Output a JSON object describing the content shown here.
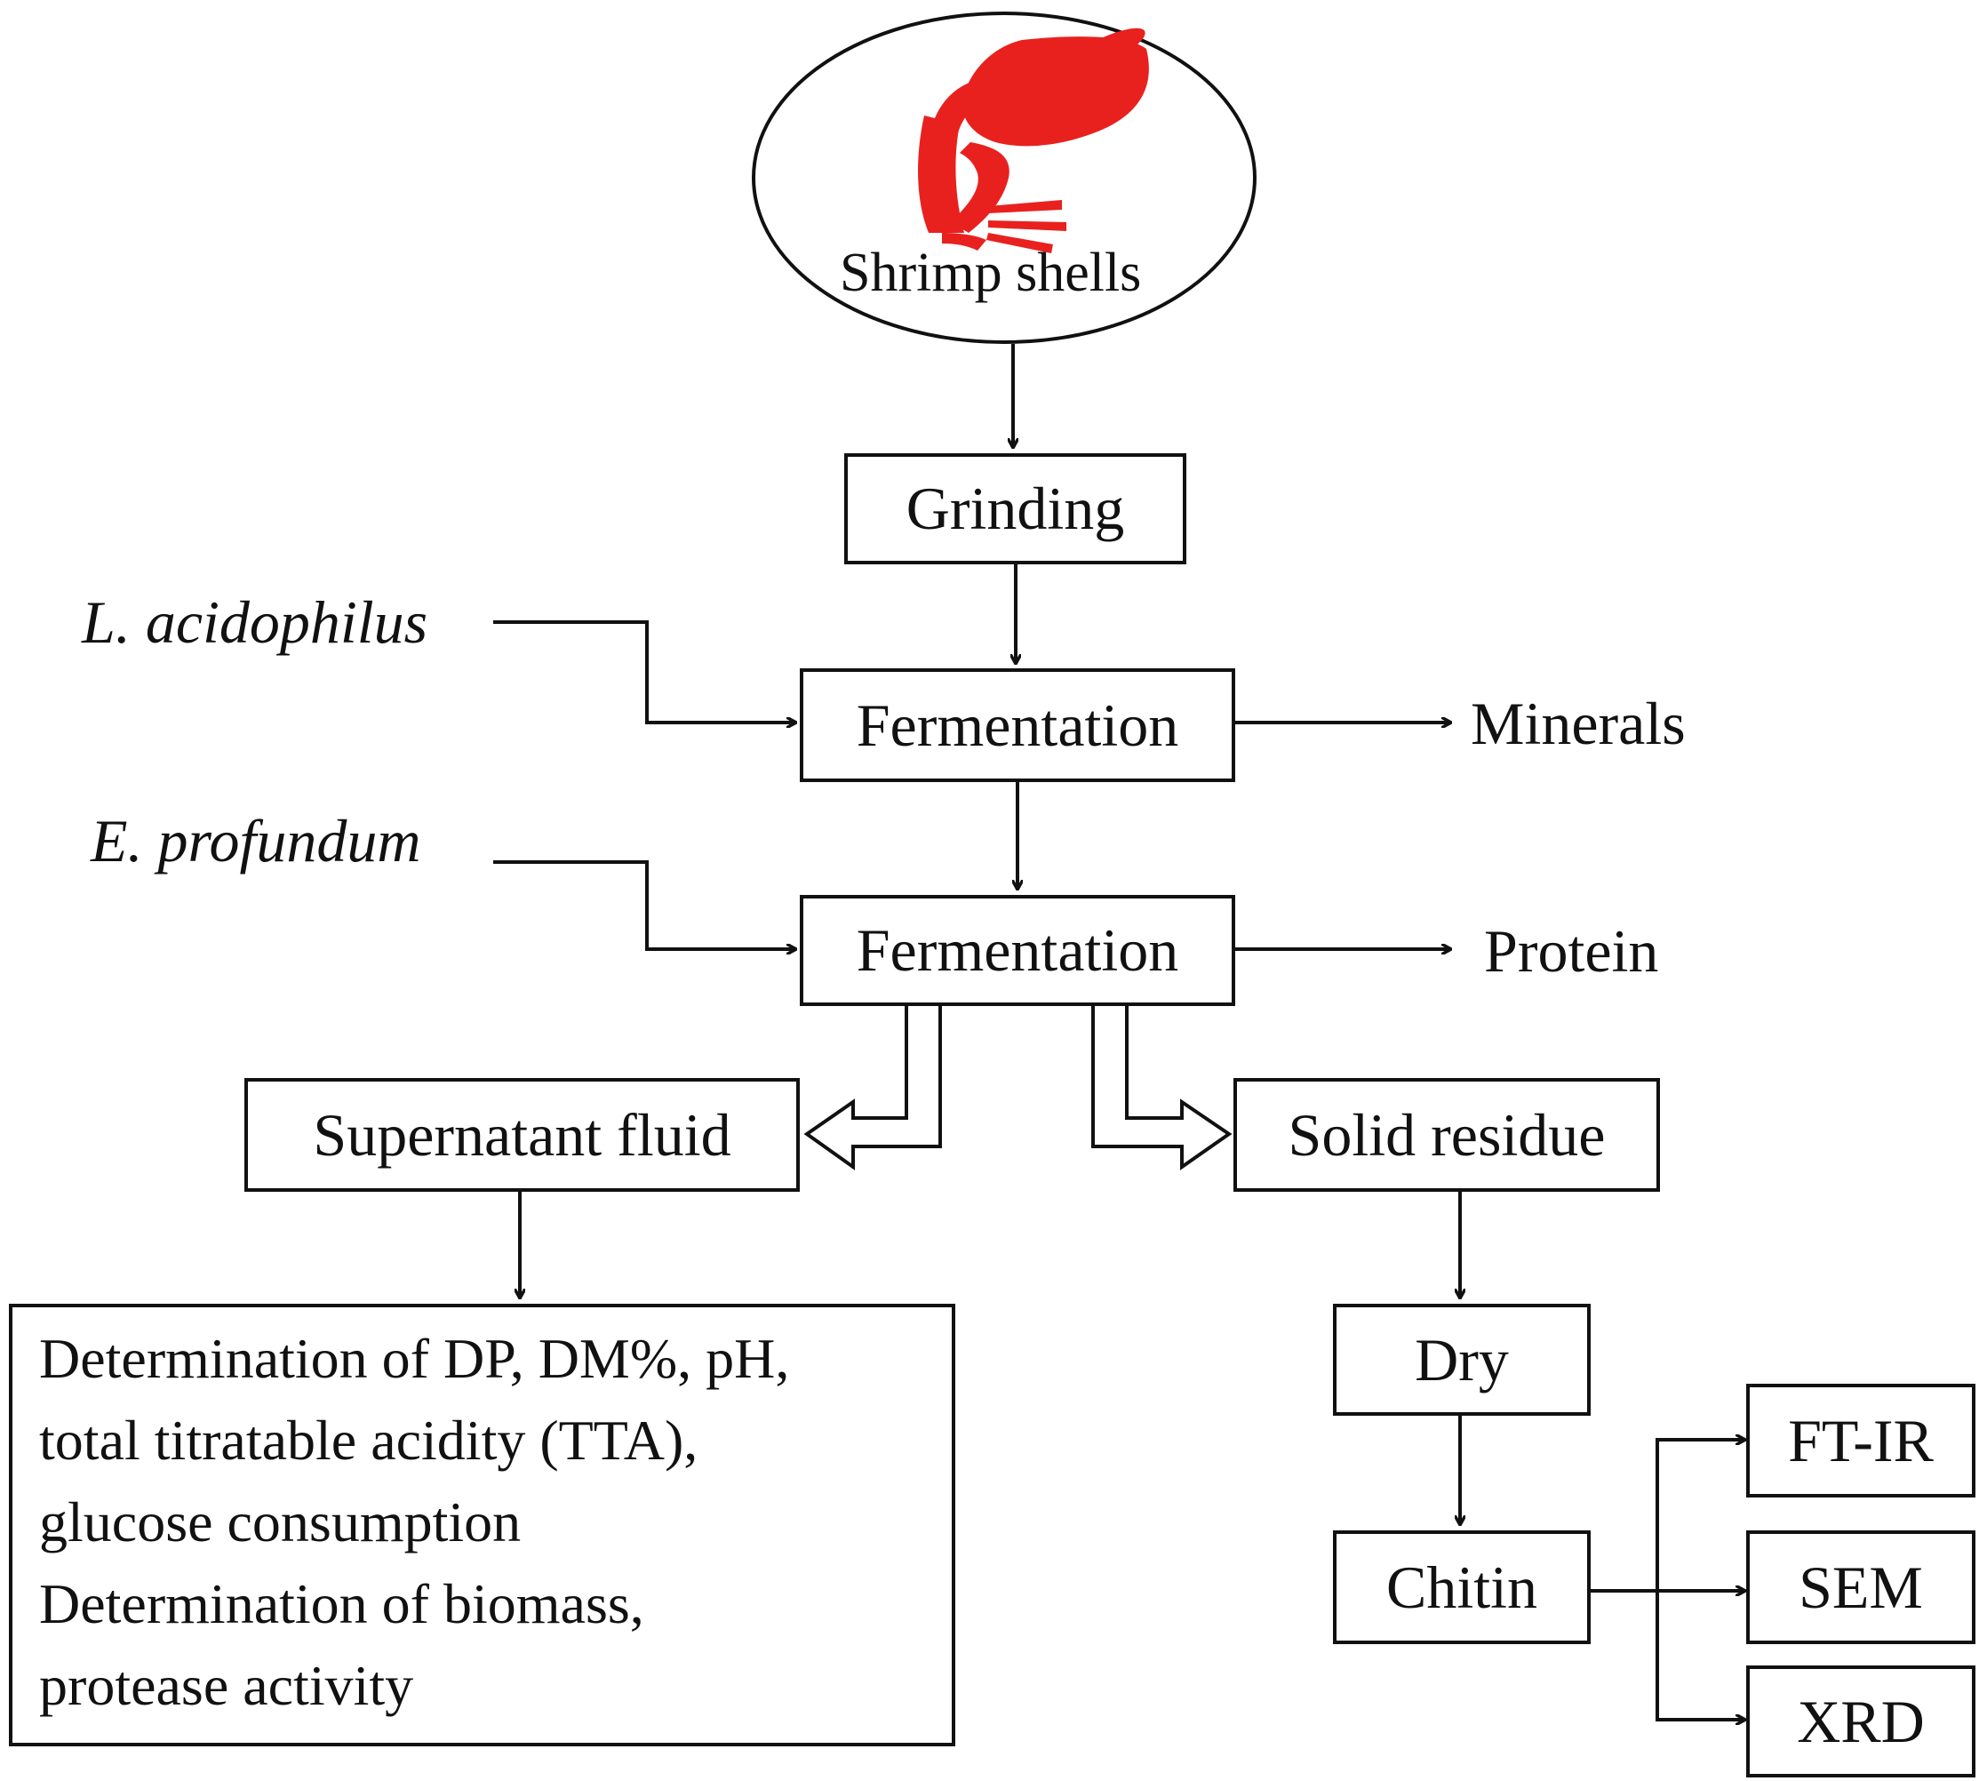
{
  "diagram": {
    "start": "Shrimp shells",
    "steps": {
      "grinding": "Grinding",
      "fermentation_1": "Fermentation",
      "fermentation_2": "Fermentation",
      "supernatant": "Supernatant fluid",
      "solid_residue": "Solid residue",
      "dry": "Dry",
      "chitin": "Chitin"
    },
    "inputs": {
      "first_strain": "L. acidophilus",
      "second_strain": "E. profundum"
    },
    "outputs": {
      "minerals": "Minerals",
      "protein": "Protein"
    },
    "analyses": {
      "supernatant_lines": [
        "Determination of DP, DM%, pH,",
        "total titratable acidity (TTA),",
        "glucose consumption",
        "Determination of biomass,",
        "protease activity"
      ],
      "chitin_methods": [
        "FT-IR",
        "SEM",
        "XRD"
      ]
    }
  },
  "colors": {
    "shrimp": "#e8211f",
    "line": "#111111"
  },
  "icons": {
    "shrimp": "shrimp-icon"
  }
}
